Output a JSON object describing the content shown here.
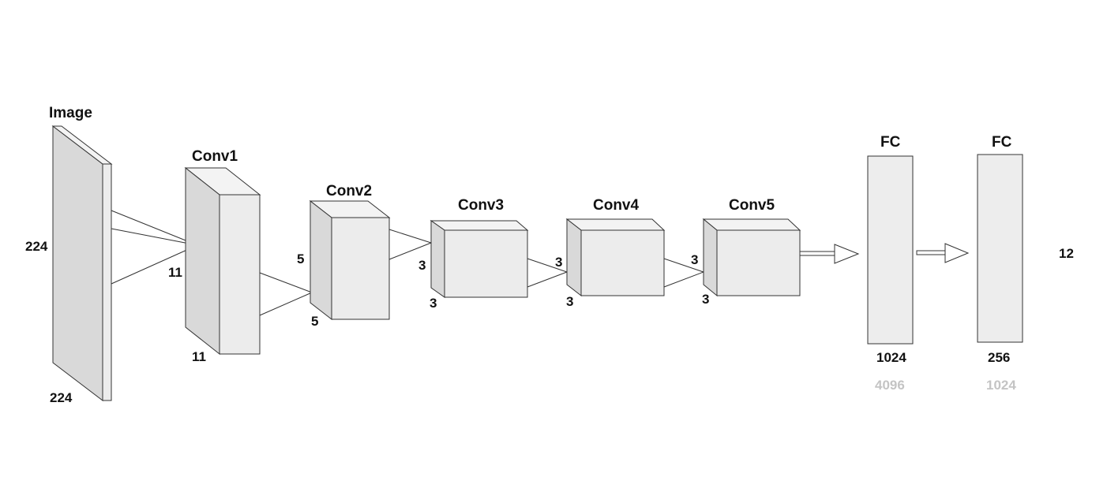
{
  "layers": {
    "image": {
      "title": "Image",
      "height_dim": "224",
      "width_dim": "224"
    },
    "conv1": {
      "title": "Conv1",
      "kernel_h": "11",
      "kernel_w": "11"
    },
    "conv2": {
      "title": "Conv2",
      "kernel_h": "5",
      "kernel_w": "5"
    },
    "conv3": {
      "title": "Conv3",
      "kernel_h": "3",
      "kernel_w": "3"
    },
    "conv4": {
      "title": "Conv4",
      "kernel_h": "3",
      "kernel_w": "3"
    },
    "conv5": {
      "title": "Conv5",
      "kernel_h": "3",
      "kernel_w": "3"
    },
    "fc1": {
      "title": "FC",
      "units": "1024",
      "units_alt": "4096"
    },
    "fc2": {
      "title": "FC",
      "units": "256",
      "units_alt": "1024"
    },
    "output": {
      "units": "12"
    }
  }
}
